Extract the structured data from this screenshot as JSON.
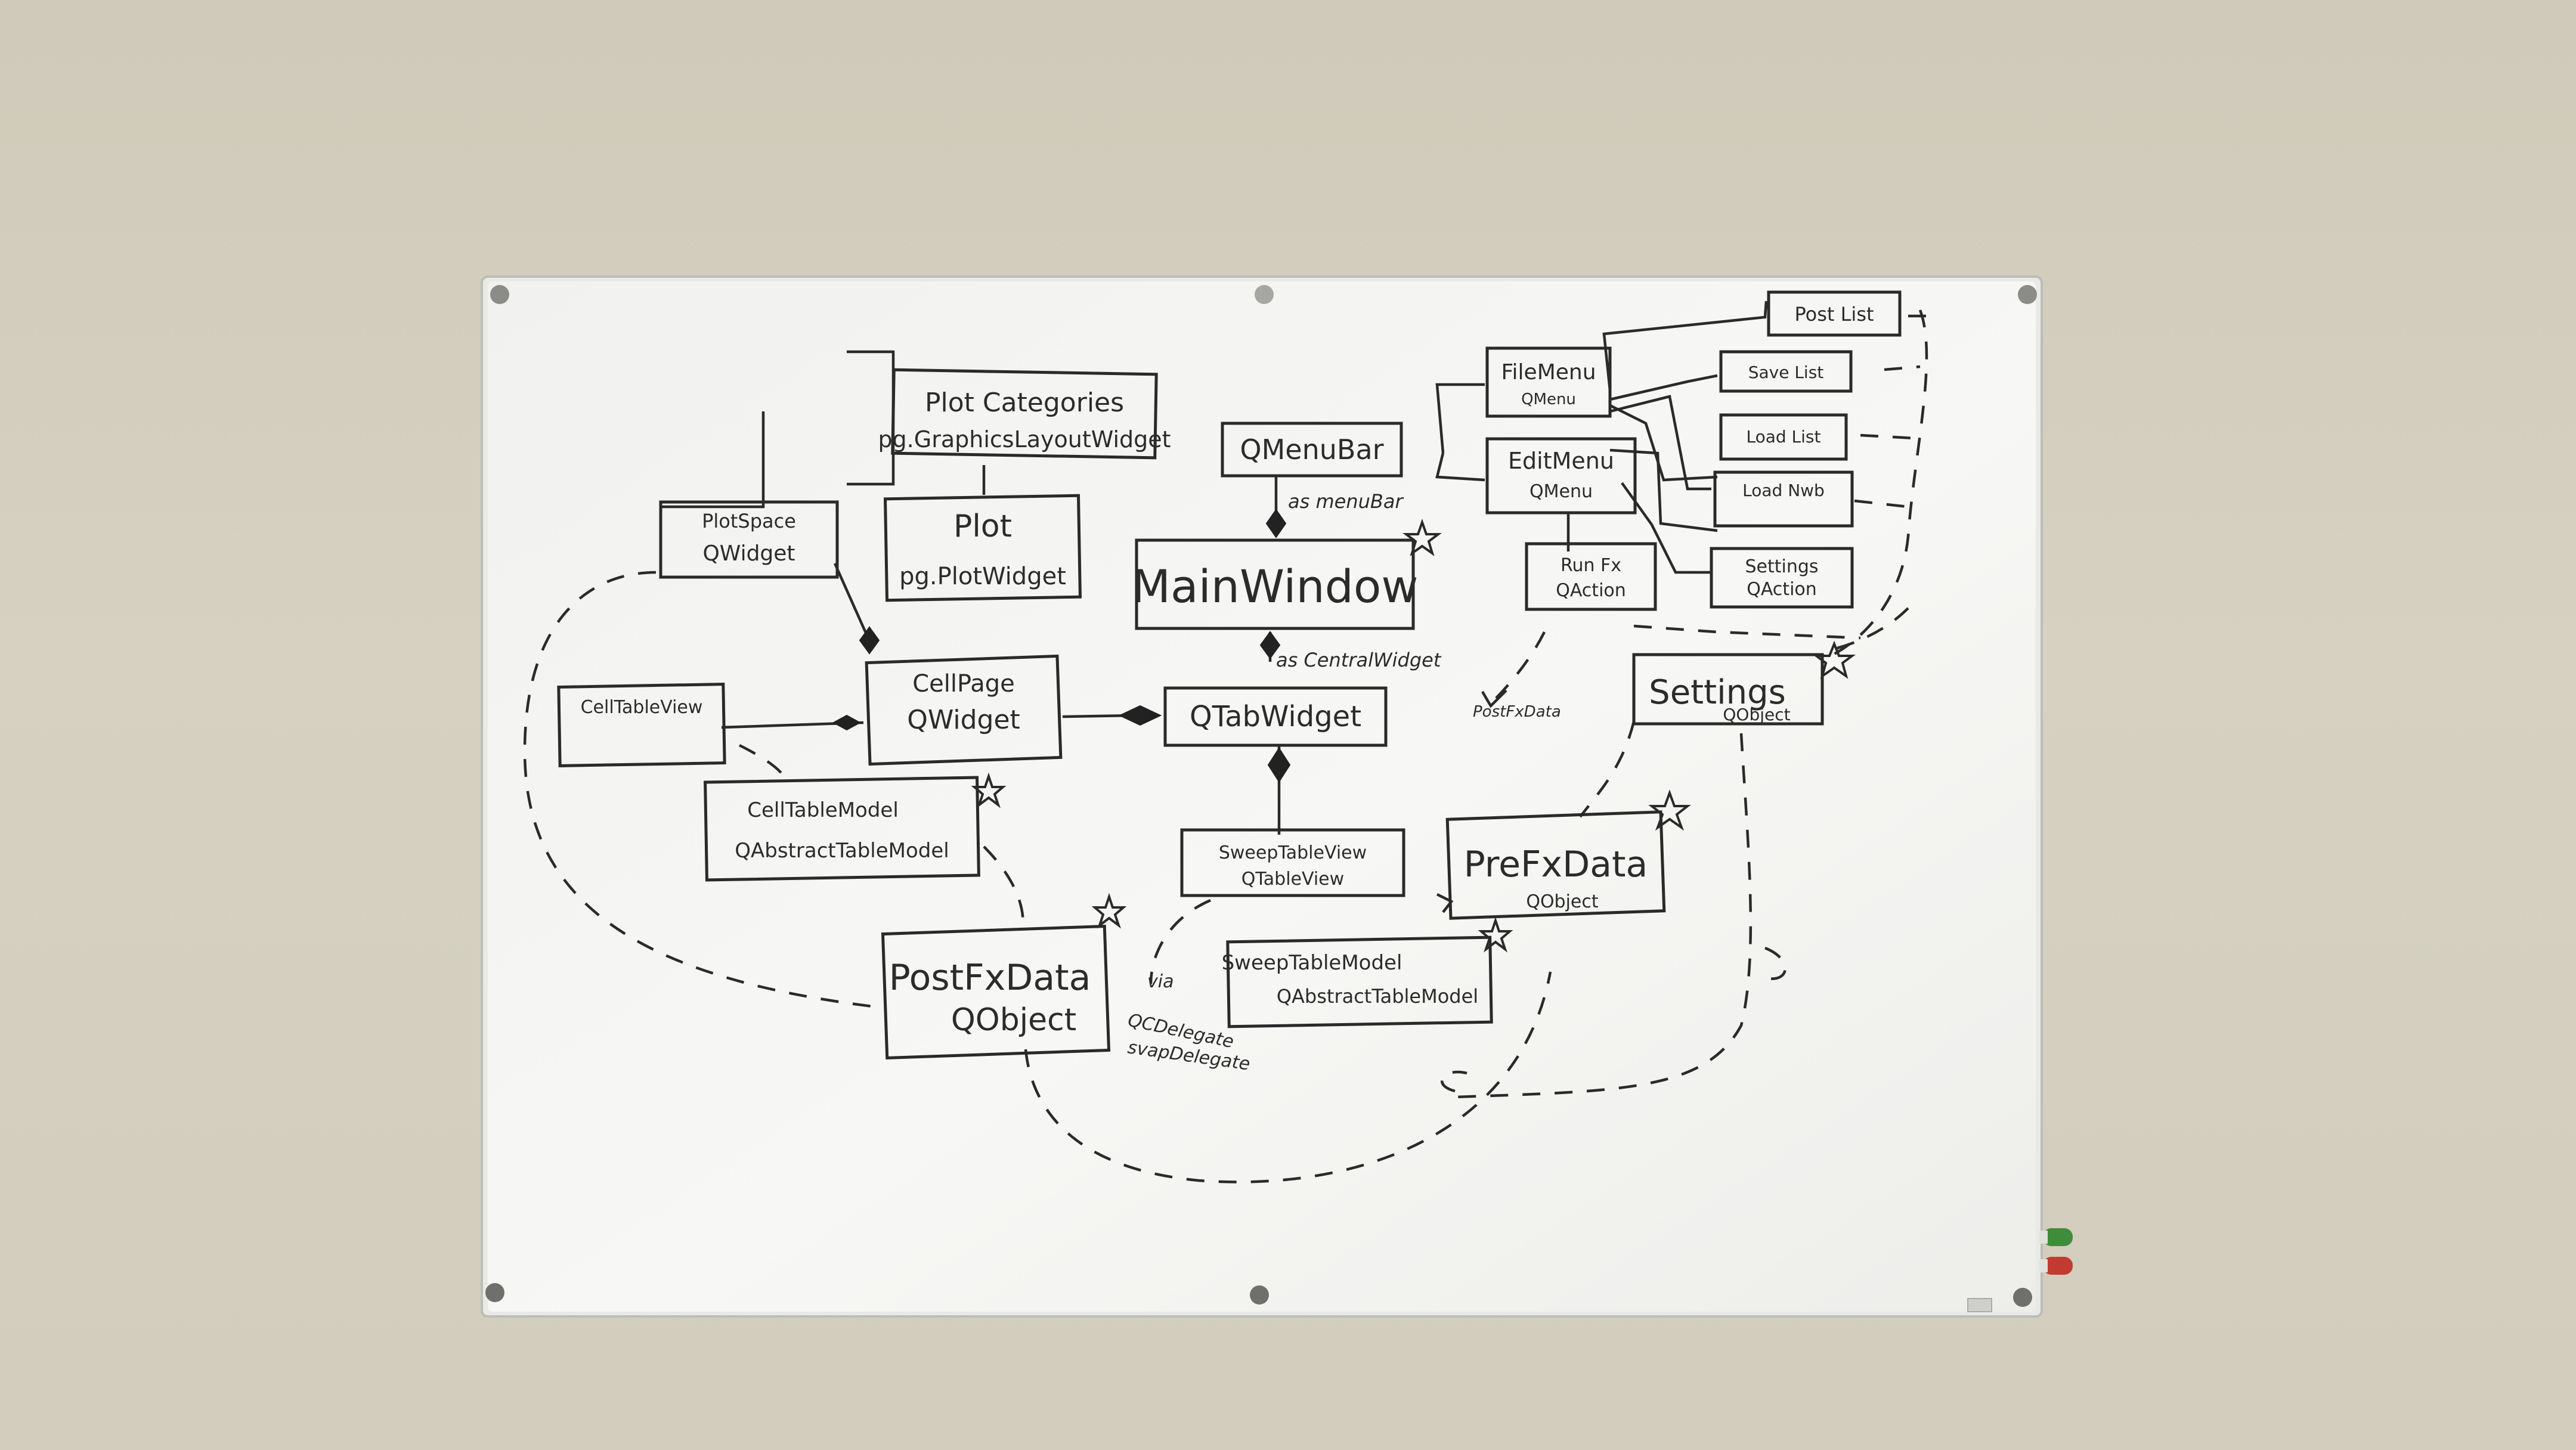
{
  "boxes": {
    "plot_categories": [
      "Plot Categories",
      "pg.GraphicsLayoutWidget"
    ],
    "plot_space": [
      "PlotSpace",
      "QWidget"
    ],
    "plot": [
      "Plot",
      "pg.PlotWidget"
    ],
    "main_window": [
      "MainWindow"
    ],
    "qmenubar": [
      "QMenuBar"
    ],
    "file_menu": [
      "FileMenu",
      "QMenu"
    ],
    "edit_menu": [
      "EditMenu",
      "QMenu"
    ],
    "run_fx": [
      "Run Fx",
      "QAction"
    ],
    "settings_action": [
      "Settings",
      "QAction"
    ],
    "post_list": [
      "Post List"
    ],
    "save_list": [
      "Save List"
    ],
    "load_list": [
      "Load List"
    ],
    "load_nwb": [
      "Load Nwb"
    ],
    "cell_table_view": [
      "CellTableView"
    ],
    "cell_page": [
      "CellPage",
      "QWidget"
    ],
    "qtabwidget": [
      "QTabWidget"
    ],
    "cell_table_model": [
      "CellTableModel",
      "QAbstractTableModel"
    ],
    "sweep_table_view": [
      "SweepTableView",
      "QTableView"
    ],
    "pre_fx_data": [
      "PreFxData",
      "QObject"
    ],
    "settings_obj": [
      "Settings",
      "QObject"
    ],
    "post_fx_data": [
      "PostFxData",
      "QObject"
    ],
    "sweep_table_model": [
      "SweepTableModel",
      "QAbstractTableModel"
    ]
  },
  "labels": {
    "as_menubar": "as menuBar",
    "as_central_widget": "as CentralWidget",
    "post_fx_data": "PostFxData",
    "via": "via",
    "qcdelegate": "QCDelegate",
    "svap_delegate": "svapDelegate"
  },
  "colors": {
    "wall": "#d3cebe",
    "board": "#f4f4f2",
    "ink": "#2a2a2a",
    "marker_green": "#3f8d3a",
    "marker_red": "#c23a32"
  }
}
